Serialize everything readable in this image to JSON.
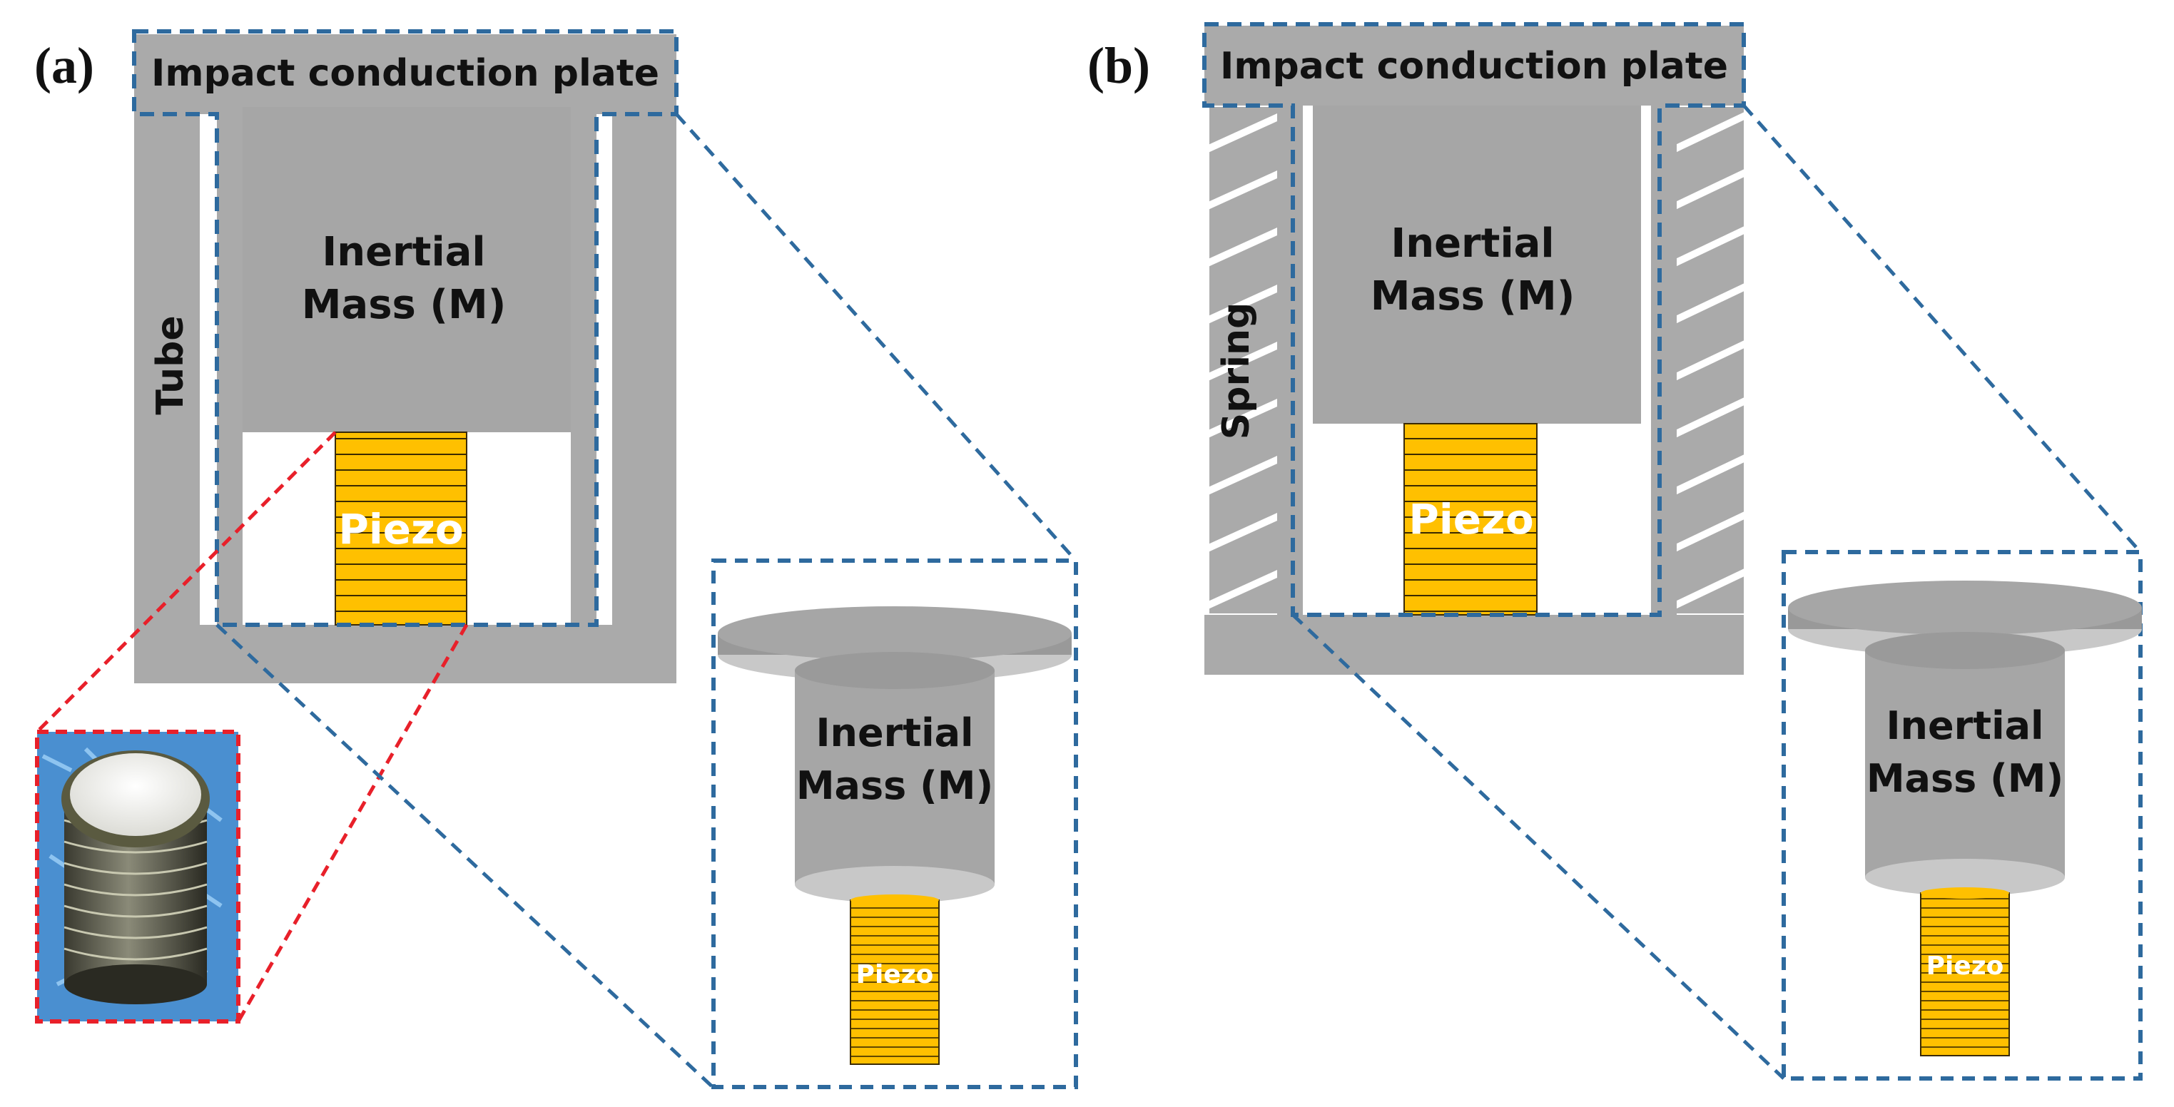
{
  "panels": [
    {
      "label": "(a)",
      "plate_label": "Impact conduction plate",
      "housing_label": "Tube",
      "mass_line1": "Inertial",
      "mass_line2": "Mass (M)",
      "piezo_label": "Piezo",
      "inset_mass_line1": "Inertial",
      "inset_mass_line2": "Mass (M)",
      "inset_piezo_label": "Piezo"
    },
    {
      "label": "(b)",
      "plate_label": "Impact conduction plate",
      "housing_label": "Spring",
      "mass_line1": "Inertial",
      "mass_line2": "Mass (M)",
      "piezo_label": "Piezo",
      "inset_mass_line1": "Inertial",
      "inset_mass_line2": "Mass (M)",
      "inset_piezo_label": "Piezo"
    }
  ],
  "colors": {
    "housing_gray": "#aaaaaa",
    "mass_gray": "#a6a6a6",
    "piezo_yellow": "#ffc000",
    "dashed_blue": "#2e6a9e",
    "dashed_red": "#e8202a",
    "photo_background": "#4a8fd0"
  },
  "icons": {
    "photo": "stacked-piezo-disc-photo-icon"
  }
}
